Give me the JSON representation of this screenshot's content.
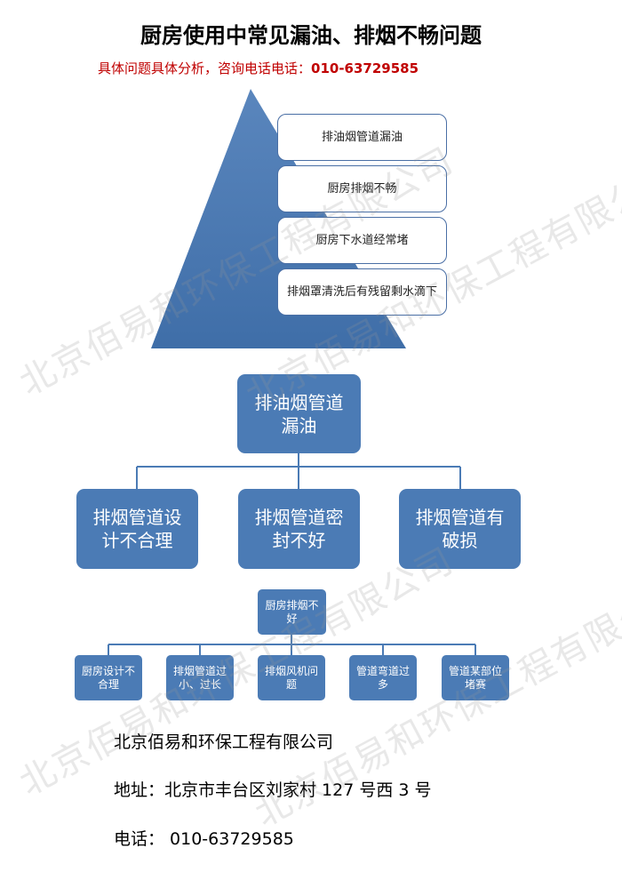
{
  "header": {
    "title": "厨房使用中常见漏油、排烟不畅问题",
    "subtitle_prefix": "具体问题具体分析，咨询电话电话：",
    "subtitle_phone": "010-63729585"
  },
  "pyramid": {
    "fill_color": "#4b7bb5",
    "levels": [
      "排油烟管道漏油",
      "厨房排烟不畅",
      "厨房下水道经常堵",
      "排烟罩清洗后有残留剩水滴下"
    ]
  },
  "tree1": {
    "root": "排油烟管道漏油",
    "children": [
      "排烟管道设计不合理",
      "排烟管道密封不好",
      "排烟管道有破损"
    ]
  },
  "tree2": {
    "root": "厨房排烟不好",
    "children": [
      "厨房设计不合理",
      "排烟管道过小、过长",
      "排烟风机问题",
      "管道弯道过多",
      "管道某部位堵赛"
    ]
  },
  "footer": {
    "company": "北京佰易和环保工程有限公司",
    "address": "地址：北京市丰台区刘家村 127 号西 3 号",
    "phone": "电话： 010-63729585"
  },
  "watermark": {
    "text": "北京佰易和环保工程有限公司"
  }
}
